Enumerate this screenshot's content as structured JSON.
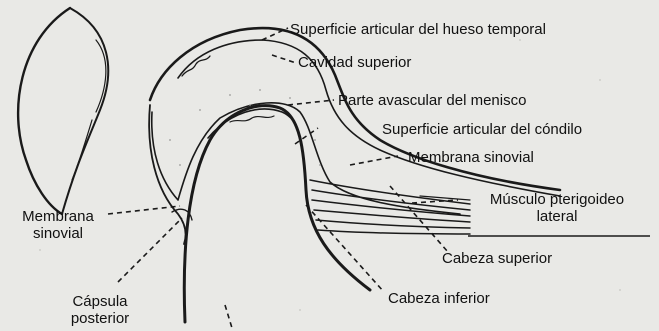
{
  "labels": {
    "temporal_surface": "Superficie articular del hueso temporal",
    "upper_cavity": "Cavidad superior",
    "avascular_part": "Parte avascular del menisco",
    "condyle_surface": "Superficie articular del cóndilo",
    "synovial_right": "Membrana sinovial",
    "pterygoid_line1": "Músculo pterigoideo",
    "pterygoid_line2": "lateral",
    "upper_head": "Cabeza superior",
    "lower_head": "Cabeza inferior",
    "synovial_left_line1": "Membrana",
    "synovial_left_line2": "sinovial",
    "capsule_line1": "Cápsula",
    "capsule_line2": "posterior"
  }
}
